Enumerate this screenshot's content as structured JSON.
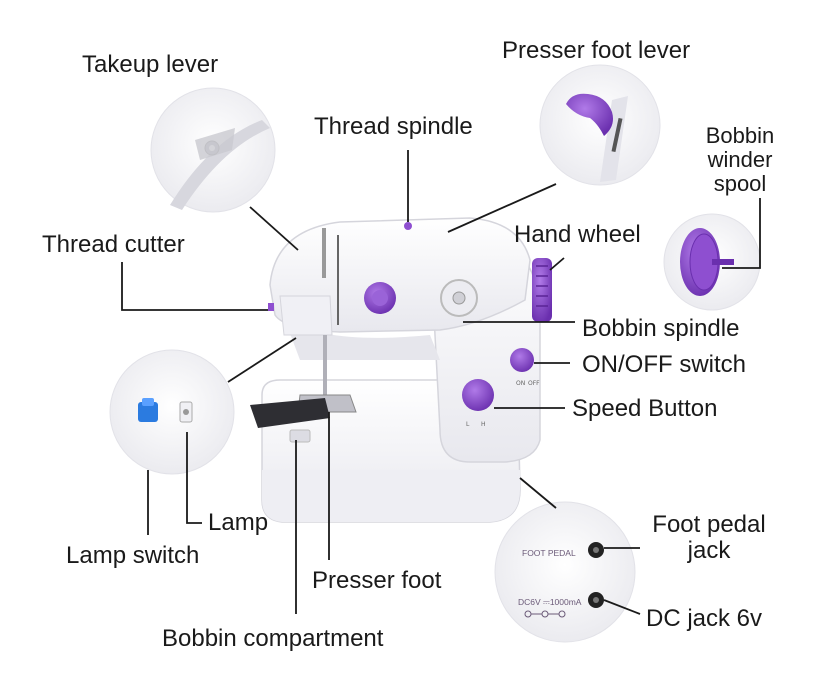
{
  "labels": {
    "takeup_lever": "Takeup lever",
    "thread_spindle": "Thread spindle",
    "presser_foot_lever": "Presser foot lever",
    "bobbin_winder_spool": [
      "Bobbin",
      "winder",
      "spool"
    ],
    "thread_cutter": "Thread cutter",
    "hand_wheel": "Hand wheel",
    "bobbin_spindle": "Bobbin spindle",
    "on_off_switch": "ON/OFF switch",
    "speed_button": "Speed Button",
    "lamp": "Lamp",
    "lamp_switch": "Lamp switch",
    "presser_foot": "Presser foot",
    "bobbin_compartment": "Bobbin compartment",
    "foot_pedal_jack": [
      "Foot pedal",
      "jack"
    ],
    "dc_jack": "DC jack 6v"
  },
  "inset_text": {
    "foot_pedal": "FOOT PEDAL",
    "dc_rating": "DC6V ⎓1000mA",
    "switch_marks": [
      "ON",
      "OFF"
    ],
    "speed_marks": [
      "L",
      "H"
    ]
  },
  "colors": {
    "accent_purple": "#8e4fd0",
    "accent_purple_dark": "#6a2fae",
    "body_white": "#f7f7f9",
    "shadow_gray": "#d9d9de",
    "leader_line": "#1a1a1a"
  }
}
